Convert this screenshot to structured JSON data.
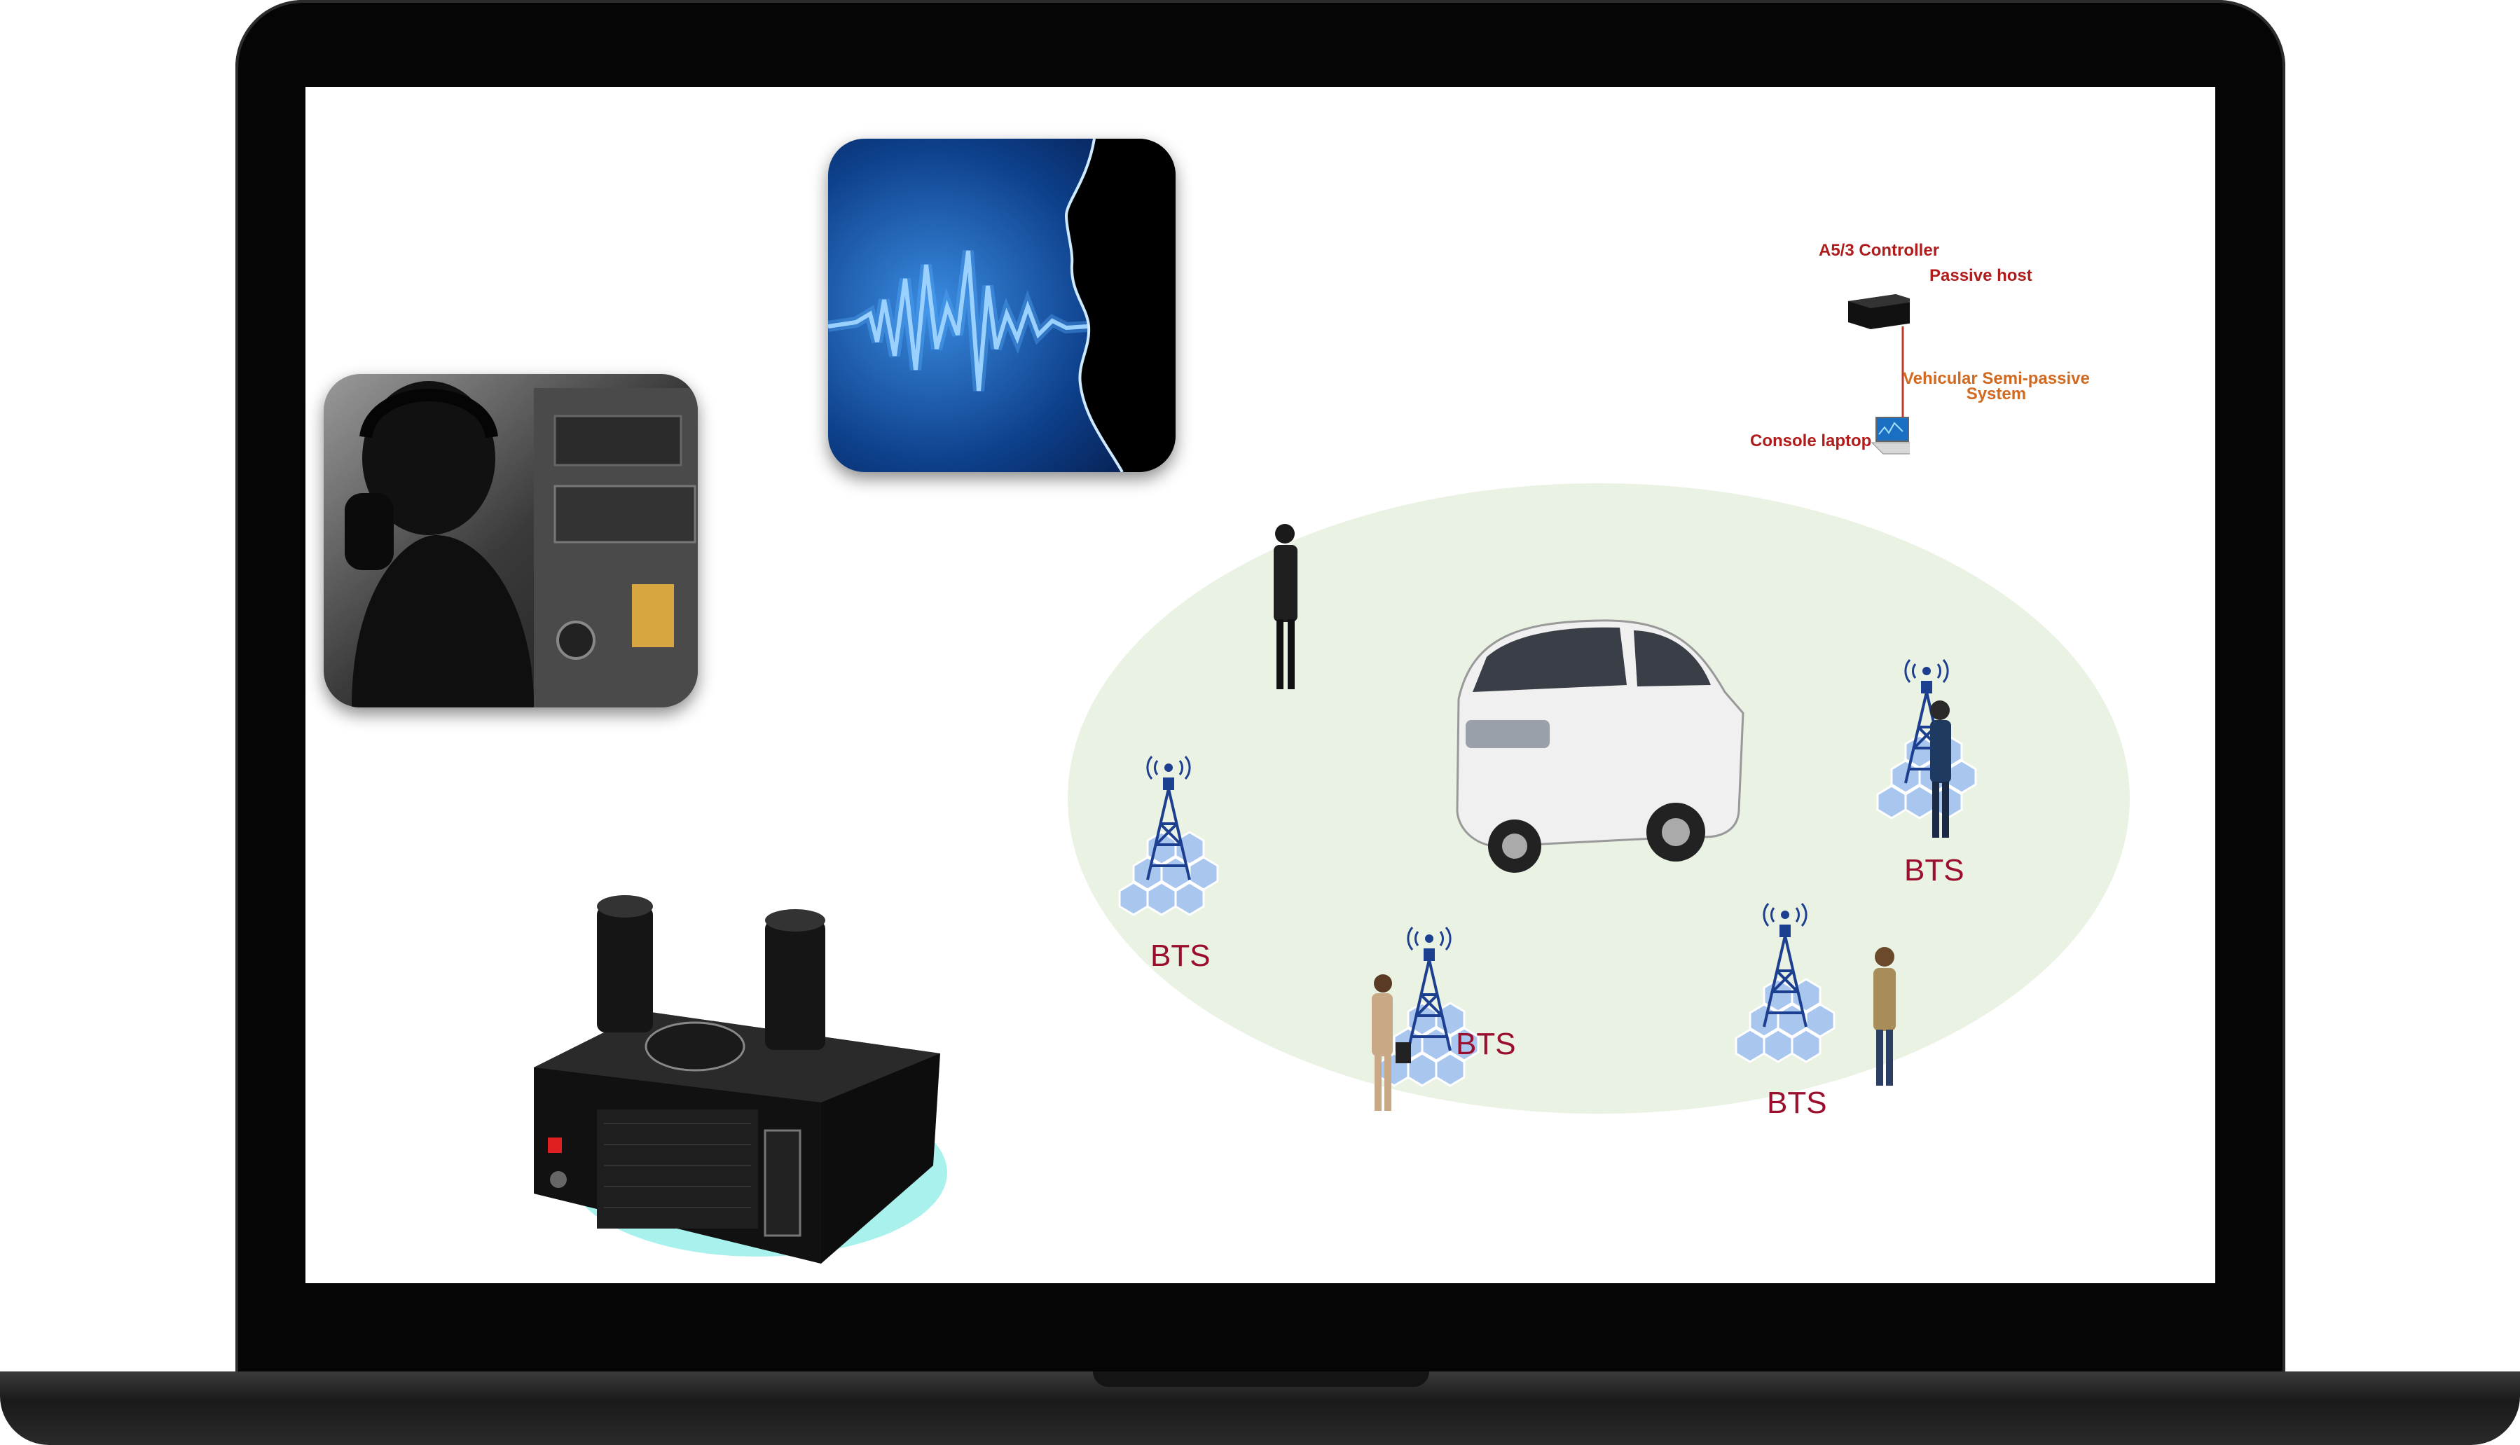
{
  "diagram": {
    "controller_label": "A5/3 Controller",
    "passive_host_label": "Passive host",
    "vehicular_label_line1": "Vehicular Semi-passive",
    "vehicular_label_line2": "System",
    "console_label": "Console laptop"
  },
  "coverage": {
    "bts_labels": [
      "BTS",
      "BTS",
      "BTS",
      "BTS"
    ]
  },
  "colors": {
    "diagram_red": "#b01c1c",
    "diagram_orange": "#d2691e",
    "bts_label": "#9b0e2e",
    "ellipse_fill": "#eaf2e3",
    "hex_fill": "#a9c6ef"
  }
}
